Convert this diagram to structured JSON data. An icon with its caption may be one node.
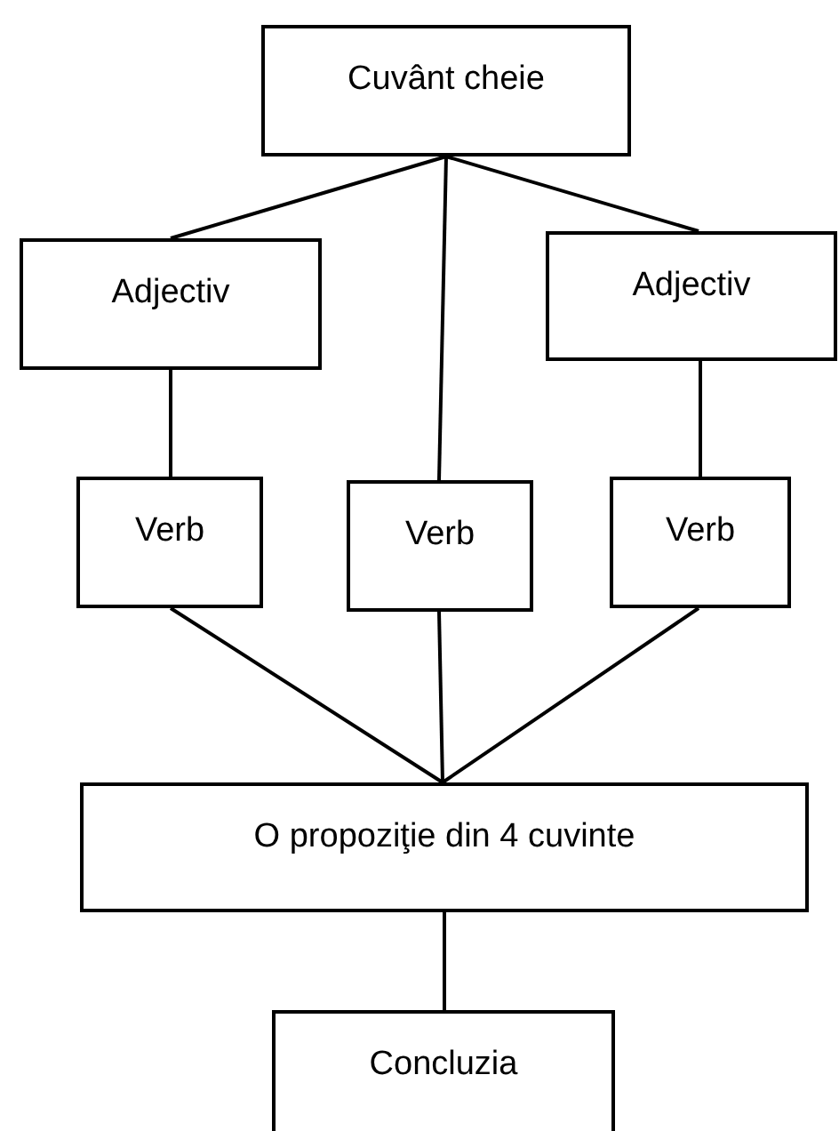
{
  "diagram": {
    "nodes": [
      {
        "text": [
          "Cuvânt cheie"
        ]
      },
      {
        "text": [
          "Adjectiv"
        ]
      },
      {
        "text": [
          "Adjectiv"
        ]
      },
      {
        "text": [
          "Verb"
        ]
      },
      {
        "text": [
          "Verb"
        ]
      },
      {
        "text": [
          "Verb"
        ]
      },
      {
        "text": [
          "O propoziţie din 4 cuvinte"
        ]
      },
      {
        "text": [
          "Concluzia"
        ]
      }
    ],
    "edges": [
      {
        "from": 0,
        "to": 1,
        "arrow": "none"
      },
      {
        "from": 0,
        "to": 4,
        "arrow": "none"
      },
      {
        "from": 0,
        "to": 2,
        "arrow": "none"
      },
      {
        "from": 1,
        "to": 3,
        "arrow": "none"
      },
      {
        "from": 2,
        "to": 5,
        "arrow": "none"
      },
      {
        "from": 3,
        "to": 6,
        "arrow": "none"
      },
      {
        "from": 4,
        "to": 6,
        "arrow": "none"
      },
      {
        "from": 5,
        "to": 6,
        "arrow": "none"
      },
      {
        "from": 6,
        "to": 7,
        "arrow": "none"
      }
    ]
  }
}
